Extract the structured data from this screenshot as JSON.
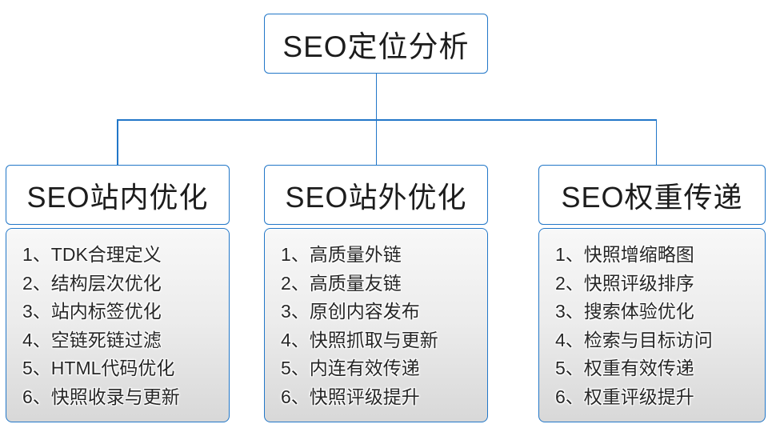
{
  "colors": {
    "line_blue": "#2277c8",
    "panel_gradient_top": "#f8f8f8",
    "panel_gradient_bottom": "#d8d8d8",
    "text": "#262626"
  },
  "diagram": {
    "root": {
      "label": "SEO定位分析"
    },
    "columns": [
      {
        "title": "SEO站内优化",
        "items": [
          "1、TDK合理定义",
          "2、结构层次优化",
          "3、站内标签优化",
          "4、空链死链过滤",
          "5、HTML代码优化",
          "6、快照收录与更新"
        ]
      },
      {
        "title": "SEO站外优化",
        "items": [
          "1、高质量外链",
          "2、高质量友链",
          "3、原创内容发布",
          "4、快照抓取与更新",
          "5、内连有效传递",
          "6、快照评级提升"
        ]
      },
      {
        "title": "SEO权重传递",
        "items": [
          "1、快照增缩略图",
          "2、快照评级排序",
          "3、搜索体验优化",
          "4、检索与目标访问",
          "5、权重有效传递",
          "6、权重评级提升"
        ]
      }
    ]
  }
}
